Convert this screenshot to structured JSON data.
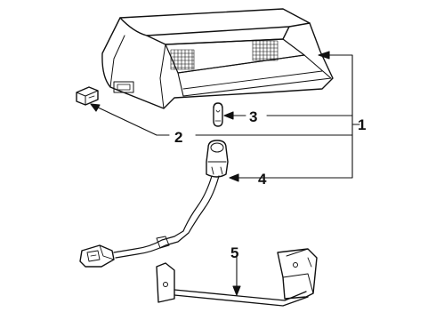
{
  "diagram": {
    "type": "exploded-parts-diagram",
    "colors": {
      "line": "#111111",
      "background": "#ffffff"
    },
    "callouts": {
      "c1": "1",
      "c2": "2",
      "c3": "3",
      "c4": "4",
      "c5": "5"
    },
    "parts": [
      {
        "ref": "1",
        "icon": "high-mount-stop-lamp-assembly"
      },
      {
        "ref": "2",
        "icon": "lamp-cover-clip"
      },
      {
        "ref": "3",
        "icon": "wedge-bulb"
      },
      {
        "ref": "4",
        "icon": "socket-and-wire-harness"
      },
      {
        "ref": "5",
        "icon": "mounting-bracket"
      }
    ]
  }
}
